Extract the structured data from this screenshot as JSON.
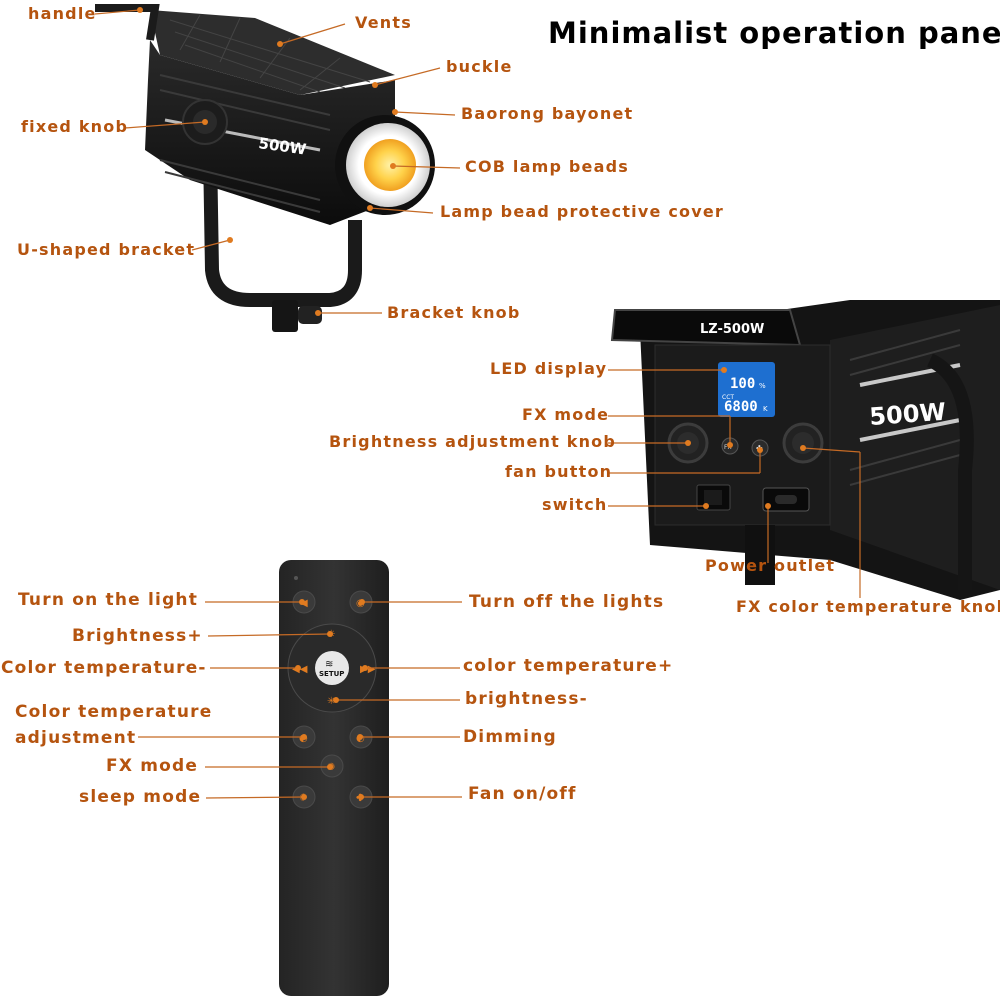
{
  "title": "Minimalist operation panel",
  "colors": {
    "label": "#b5540f",
    "leader": "#c56a25",
    "dot": "#e07b20",
    "body": "#161616",
    "cob": "#ffd85a"
  },
  "device_markings": {
    "side_badge": "500W",
    "panel_model": "LZ-500W",
    "panel_badge": "500W",
    "display_brightness": "100",
    "display_brightness_unit": "%",
    "display_cct": "6800",
    "display_cct_unit": "K",
    "display_cct_tag": "CCT",
    "fx_button_text": "FX",
    "remote_center_text": "SETUP"
  },
  "lamp_labels": {
    "handle": "handle",
    "vents": "Vents",
    "buckle": "buckle",
    "fixed_knob": "fixed knob",
    "bayonet": "Baorong bayonet",
    "cob": "COB lamp beads",
    "cover": "Lamp bead protective cover",
    "bracket": "U-shaped bracket",
    "bracket_knob": "Bracket knob"
  },
  "panel_labels": {
    "led_display": "LED display",
    "fx_mode": "FX mode",
    "brightness_knob": "Brightness adjustment knob",
    "fan_button": "fan button",
    "switch": "switch",
    "power_outlet": "Power outlet",
    "fx_cct_knob": "FX color temperature knob"
  },
  "remote_labels": {
    "turn_on": "Turn on the light",
    "turn_off": "Turn off the lights",
    "brightness_plus": "Brightness+",
    "cct_minus": "Color temperature-",
    "cct_plus": "color temperature+",
    "brightness_minus": "brightness-",
    "cct_adjust_1": "Color temperature",
    "cct_adjust_2": "adjustment",
    "dimming": "Dimming",
    "fx_mode": "FX mode",
    "sleep_mode": "sleep mode",
    "fan": "Fan on/off"
  }
}
